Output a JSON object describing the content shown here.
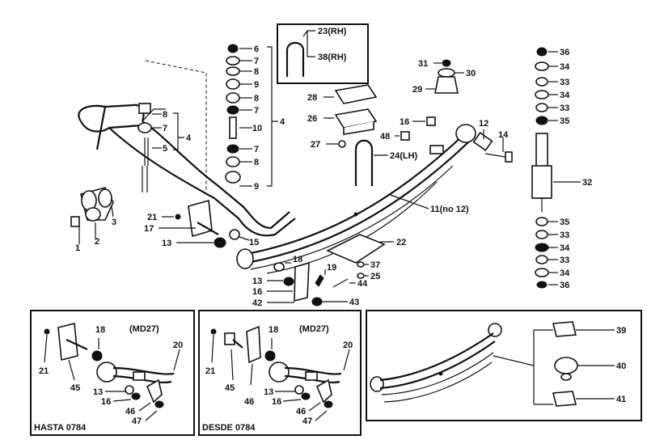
{
  "callouts": {
    "c1": "1",
    "c2": "2",
    "c3": "3",
    "c4a": "4",
    "c5": "5",
    "c7a": "7",
    "c8a": "8",
    "c6a": "6",
    "c7b": "7",
    "c8b": "8",
    "c9a": "9",
    "c8c": "8",
    "c7c": "7",
    "c10": "10",
    "c4b": "4",
    "c7d": "7",
    "c8d": "8",
    "c9b": "9",
    "c23": "23(RH)",
    "c38": "38(RH)",
    "c31": "31",
    "c30a": "30",
    "c29": "29",
    "c28": "28",
    "c26": "26",
    "c27": "27",
    "c16a": "16",
    "c48": "48",
    "c24": "24(LH)",
    "c12": "12",
    "c14": "14",
    "c11": "11(no 12)",
    "c21a": "21",
    "c17": "17",
    "c13a": "13",
    "c15": "15",
    "c22": "22",
    "c18a": "18",
    "c19": "19",
    "c37": "37",
    "c25": "25",
    "c13b": "13",
    "c16b": "16",
    "c42": "42",
    "c44": "44",
    "c43": "43",
    "c36a": "36",
    "c34a": "34",
    "c33a": "33",
    "c34b": "34",
    "c33b": "33",
    "c35a": "35",
    "c32": "32",
    "c35b": "35",
    "c33c": "33",
    "c34c": "34",
    "c33d": "33",
    "c34d": "34",
    "c36b": "36"
  },
  "inset1": {
    "model": "(MD27)",
    "caption": "HASTA  0784",
    "labels": {
      "l18": "18",
      "l20": "20",
      "l21": "21",
      "l45": "45",
      "l13": "13",
      "l16": "16",
      "l46": "46",
      "l47": "47"
    }
  },
  "inset2": {
    "model": "(MD27)",
    "caption": "DESDE  0784",
    "labels": {
      "l18": "18",
      "l20": "20",
      "l21": "21",
      "l45": "45",
      "l13": "13",
      "l16": "16",
      "l46": "46",
      "l47": "47"
    }
  },
  "inset3": {
    "labels": {
      "l39": "39",
      "l40": "40",
      "l41": "41"
    }
  }
}
